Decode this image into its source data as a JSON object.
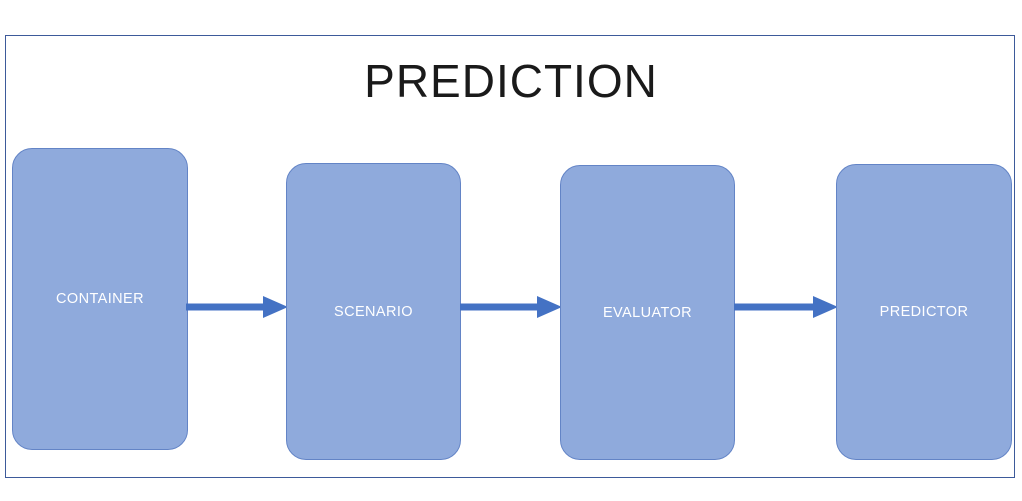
{
  "diagram": {
    "title": "PREDICTION",
    "colors": {
      "node_fill": "#8faadc",
      "node_border": "#6384c6",
      "node_label": "#ffffff",
      "arrow": "#4472c4",
      "frame_border": "#3d5a9a",
      "background": "#ffffff",
      "title_color": "#1a1a1a"
    },
    "nodes": [
      {
        "id": "container",
        "label": "CONTAINER"
      },
      {
        "id": "scenario",
        "label": "SCENARIO"
      },
      {
        "id": "evaluator",
        "label": "EVALUATOR"
      },
      {
        "id": "predictor",
        "label": "PREDICTOR"
      }
    ],
    "connectors": [
      {
        "id": "arrow-container-scenario",
        "from": "CONTAINER",
        "to": "SCENARIO",
        "type": "arrow-right-icon"
      },
      {
        "id": "arrow-scenario-evaluator",
        "from": "SCENARIO",
        "to": "EVALUATOR",
        "type": "arrow-right-icon"
      },
      {
        "id": "arrow-evaluator-predictor",
        "from": "EVALUATOR",
        "to": "PREDICTOR",
        "type": "arrow-right-icon"
      }
    ]
  }
}
